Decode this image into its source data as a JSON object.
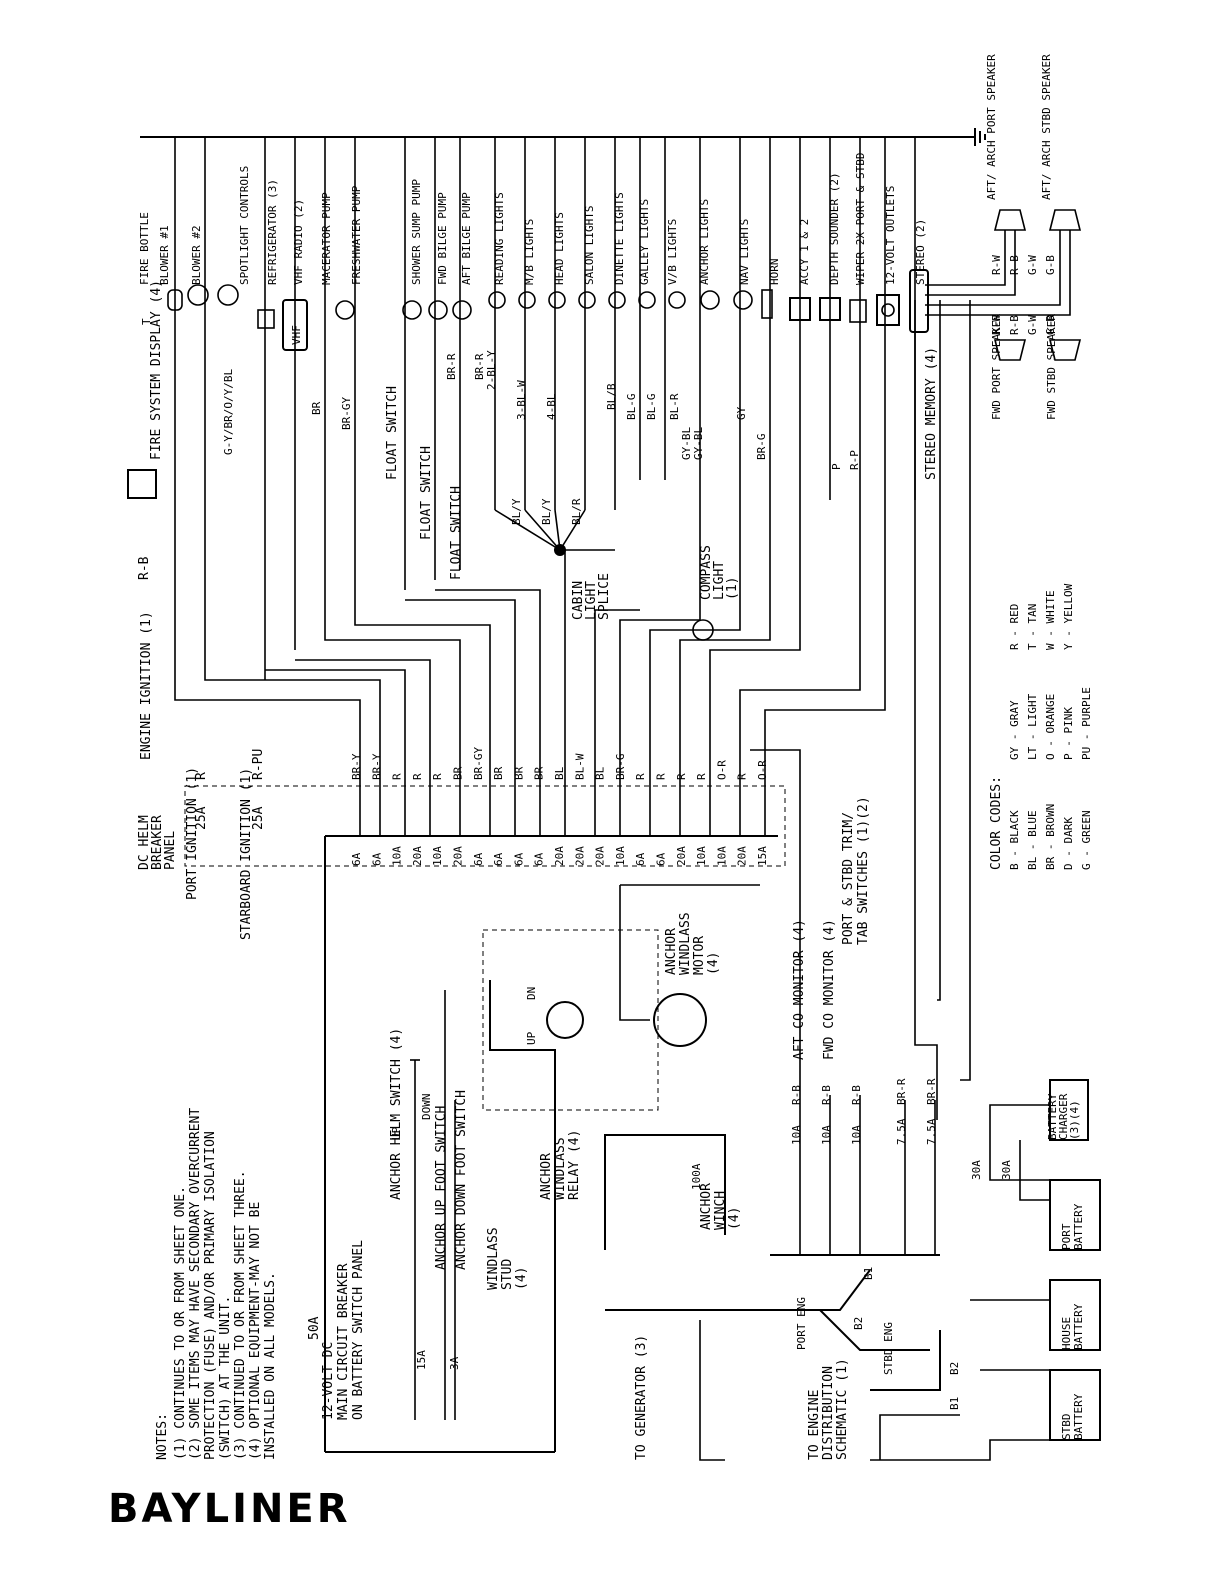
{
  "brand": "BAYLINER",
  "notes": {
    "heading": "NOTES:",
    "lines": [
      "(1)  CONTINUES TO OR FROM SHEET ONE.",
      "(2)  SOME ITEMS MAY HAVE SECONDARY OVERCURRENT",
      "     PROTECTION (FUSE) AND/OR PRIMARY ISOLATION",
      "     (SWITCH) AT THE UNIT.",
      "(3)  CONTINUED TO OR FROM SHEET THREE.",
      "(4)  OPTIONAL EQUIPMENT-MAY NOT BE",
      "     INSTALLED ON ALL MODELS."
    ]
  },
  "panel": {
    "title_lines": [
      "DC HELM",
      "BREAKER",
      "PANEL"
    ],
    "port_ignition": "PORT IGNITION (1)",
    "stbd_ignition": "STARBOARD IGNITION (1)",
    "port_amp": "25A",
    "stbd_amp": "25A",
    "port_wire": "R",
    "stbd_wire": "R-PU",
    "breakers": [
      {
        "amp": "6A",
        "wire": "BR-Y"
      },
      {
        "amp": "6A",
        "wire": "BR-Y"
      },
      {
        "amp": "10A",
        "wire": "R"
      },
      {
        "amp": "20A",
        "wire": "R"
      },
      {
        "amp": "10A",
        "wire": "R"
      },
      {
        "amp": "20A",
        "wire": "BR"
      },
      {
        "amp": "6A",
        "wire": "BR-GY"
      },
      {
        "amp": "6A",
        "wire": "BR"
      },
      {
        "amp": "6A",
        "wire": "BR"
      },
      {
        "amp": "6A",
        "wire": "BR"
      },
      {
        "amp": "20A",
        "wire": "BL"
      },
      {
        "amp": "20A",
        "wire": "BL-W"
      },
      {
        "amp": "20A",
        "wire": "BL"
      },
      {
        "amp": "10A",
        "wire": "BR-G"
      },
      {
        "amp": "6A",
        "wire": "R"
      },
      {
        "amp": "6A",
        "wire": "R"
      },
      {
        "amp": "20A",
        "wire": "R"
      },
      {
        "amp": "10A",
        "wire": "R"
      },
      {
        "amp": "10A",
        "wire": "O-R"
      },
      {
        "amp": "20A",
        "wire": "R"
      },
      {
        "amp": "15A",
        "wire": "O-R"
      }
    ]
  },
  "main_breaker": {
    "amp": "50A",
    "lines": [
      "12-VOLT DC",
      "MAIN CIRCUIT BREAKER",
      "ON BATTERY SWITCH PANEL"
    ]
  },
  "engine_ignition": "ENGINE IGNITION (1)",
  "fire_display": "FIRE SYSTEM DISPLAY (4)",
  "fire_display_wire": "R-B",
  "loads": [
    "FIRE BOTTLE",
    "BLOWER #1",
    "BLOWER #2",
    "SPOTLIGHT CONTROLS",
    "REFRIGERATOR (3)",
    "VHF RADIO (2)",
    "MACERATOR PUMP",
    "FRESHWATER PUMP",
    "SHOWER SUMP PUMP",
    "FWD BILGE PUMP",
    "AFT BILGE PUMP",
    "READING LIGHTS",
    "M/B LIGHTS",
    "HEAD LIGHTS",
    "SALON LIGHTS",
    "DINETTE LIGHTS",
    "GALLEY LIGHTS",
    "V/B LIGHTS",
    "ANCHOR LIGHTS",
    "NAV LIGHTS",
    "HORN",
    "ACCY 1 & 2",
    "DEPTH SOUNDER (2)",
    "WIPER 2X PORT & STBD",
    "12-VOLT OUTLETS",
    "STEREO (2)"
  ],
  "vhf_label": "VHF",
  "stereo_memory": "STEREO MEMORY (4)",
  "wire_labels_top": [
    "G-Y/BR/O/Y/BL",
    "BR",
    "BR-GY",
    "BR-R",
    "BR-R",
    "2-BL-Y",
    "3-BL-W",
    "4-BL",
    "BL/B",
    "BL-G",
    "BL-G",
    "BL-R",
    "GY-BL",
    "GY-BL",
    "GY",
    "BR-G",
    "P",
    "R-P",
    "T"
  ],
  "float_switch": "FLOAT SWITCH",
  "cabin_splice": [
    "CABIN",
    "LIGHT",
    "SPLICE"
  ],
  "compass_light": [
    "COMPASS",
    "LIGHT",
    "(1)"
  ],
  "splice_wires": [
    "BL/Y",
    "BL/Y",
    "BL/R"
  ],
  "speakers": {
    "aft_port": "AFT/ ARCH PORT SPEAKER",
    "aft_stbd": "AFT/ ARCH STBD SPEAKER",
    "fwd_port": "FWD PORT SPEAKER",
    "fwd_stbd": "FWD STBD SPEAKER",
    "wires": [
      "R-W",
      "R-B",
      "G-W",
      "G-B"
    ]
  },
  "color_codes": {
    "heading": "COLOR CODES:",
    "entries": [
      [
        "B",
        "BLACK"
      ],
      [
        "BL",
        "BLUE"
      ],
      [
        "BR",
        "BROWN"
      ],
      [
        "D",
        "DARK"
      ],
      [
        "G",
        "GREEN"
      ],
      [
        "GY",
        "GRAY"
      ],
      [
        "LT",
        "LIGHT"
      ],
      [
        "O",
        "ORANGE"
      ],
      [
        "P",
        "PINK"
      ],
      [
        "PU",
        "PURPLE"
      ],
      [
        "R",
        "RED"
      ],
      [
        "T",
        "TAN"
      ],
      [
        "W",
        "WHITE"
      ],
      [
        "Y",
        "YELLOW"
      ]
    ]
  },
  "anchor": {
    "helm_switch": "ANCHOR HELM SWITCH (4)",
    "up_foot": "ANCHOR UP FOOT SWITCH",
    "down_foot": "ANCHOR DOWN FOOT SWITCH",
    "up_amp": "15A",
    "down_amp": "3A",
    "relay": [
      "ANCHOR",
      "WINDLASS",
      "RELAY (4)"
    ],
    "motor": [
      "ANCHOR",
      "WINDLASS",
      "MOTOR",
      "(4)"
    ],
    "stud": [
      "WINDLASS",
      "STUD",
      "(4)"
    ],
    "winch": [
      "ANCHOR",
      "WINCH",
      "(4)"
    ],
    "winch_amp": "100A",
    "up": "UP",
    "dn": "DN",
    "down": "DOWN"
  },
  "trim": [
    "PORT & STBD TRIM/",
    "TAB SWITCHES (1)(2)"
  ],
  "monitors": [
    "AFT CO MONITOR (4)",
    "FWD CO MONITOR (4)"
  ],
  "bottom_fuses": [
    {
      "amp": "10A",
      "wire": "R-B"
    },
    {
      "amp": "10A",
      "wire": "R-B"
    },
    {
      "amp": "10A",
      "wire": "R-B"
    },
    {
      "amp": "7.5A",
      "wire": "BR-R"
    },
    {
      "amp": "7.5A",
      "wire": "BR-R"
    }
  ],
  "batteries": {
    "charger": [
      "BATTERY",
      "CHARGER",
      "(3)(4)"
    ],
    "port": [
      "PORT",
      "BATTERY"
    ],
    "house": [
      "HOUSE",
      "BATTERY"
    ],
    "stbd": [
      "STBD",
      "BATTERY"
    ],
    "charger_fuse": "30A"
  },
  "battery_switch": {
    "port": "PORT ENG",
    "stbd": "STBD ENG",
    "b1": "B1",
    "b2": "B2"
  },
  "generator": "TO GENERATOR (3)",
  "engine_dist": [
    "TO ENGINE",
    "DISTRIBUTION",
    "SCHEMATIC (1)"
  ]
}
